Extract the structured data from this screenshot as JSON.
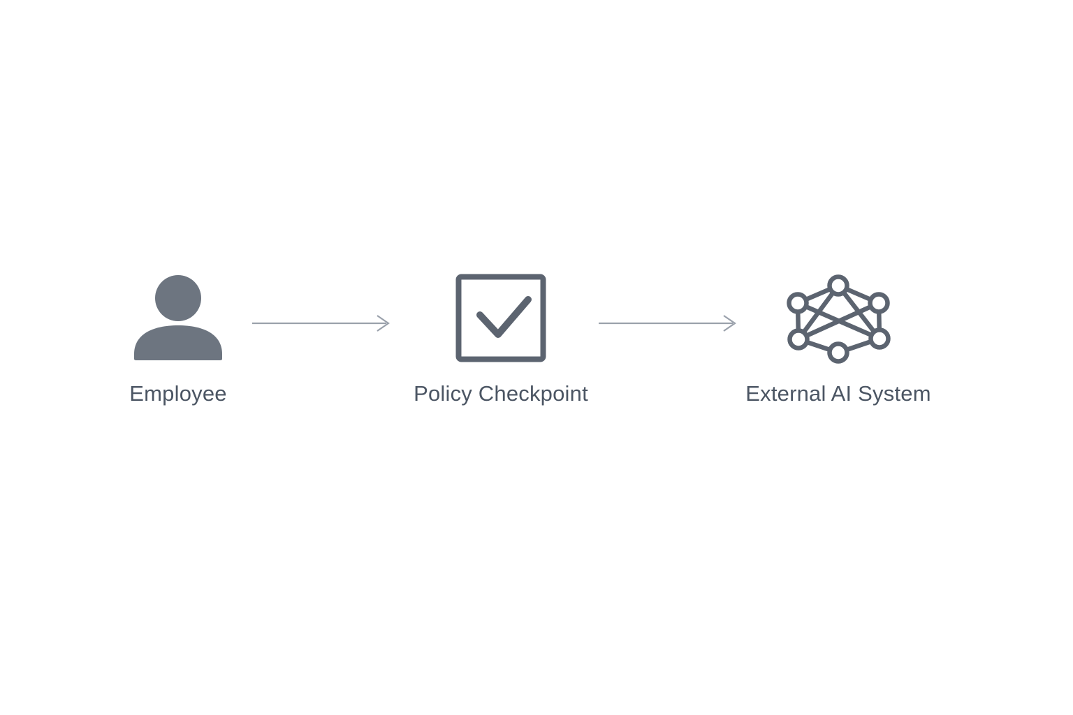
{
  "diagram": {
    "nodes": [
      {
        "id": "employee",
        "label": "Employee",
        "icon": "person-icon"
      },
      {
        "id": "policy-checkpoint",
        "label": "Policy Checkpoint",
        "icon": "checkbox-check-icon"
      },
      {
        "id": "external-ai-system",
        "label": "External AI System",
        "icon": "neural-network-icon"
      }
    ],
    "connectors": [
      {
        "from": "employee",
        "to": "policy-checkpoint",
        "style": "thin-open-chevron-arrow"
      },
      {
        "from": "policy-checkpoint",
        "to": "external-ai-system",
        "style": "thin-open-chevron-arrow"
      }
    ]
  },
  "colors": {
    "icon-stroke": "#5c6470",
    "person-fill": "#6d7580",
    "arrow": "#9aa1ab",
    "label-text": "#4b5563",
    "bg": "#ffffff"
  }
}
